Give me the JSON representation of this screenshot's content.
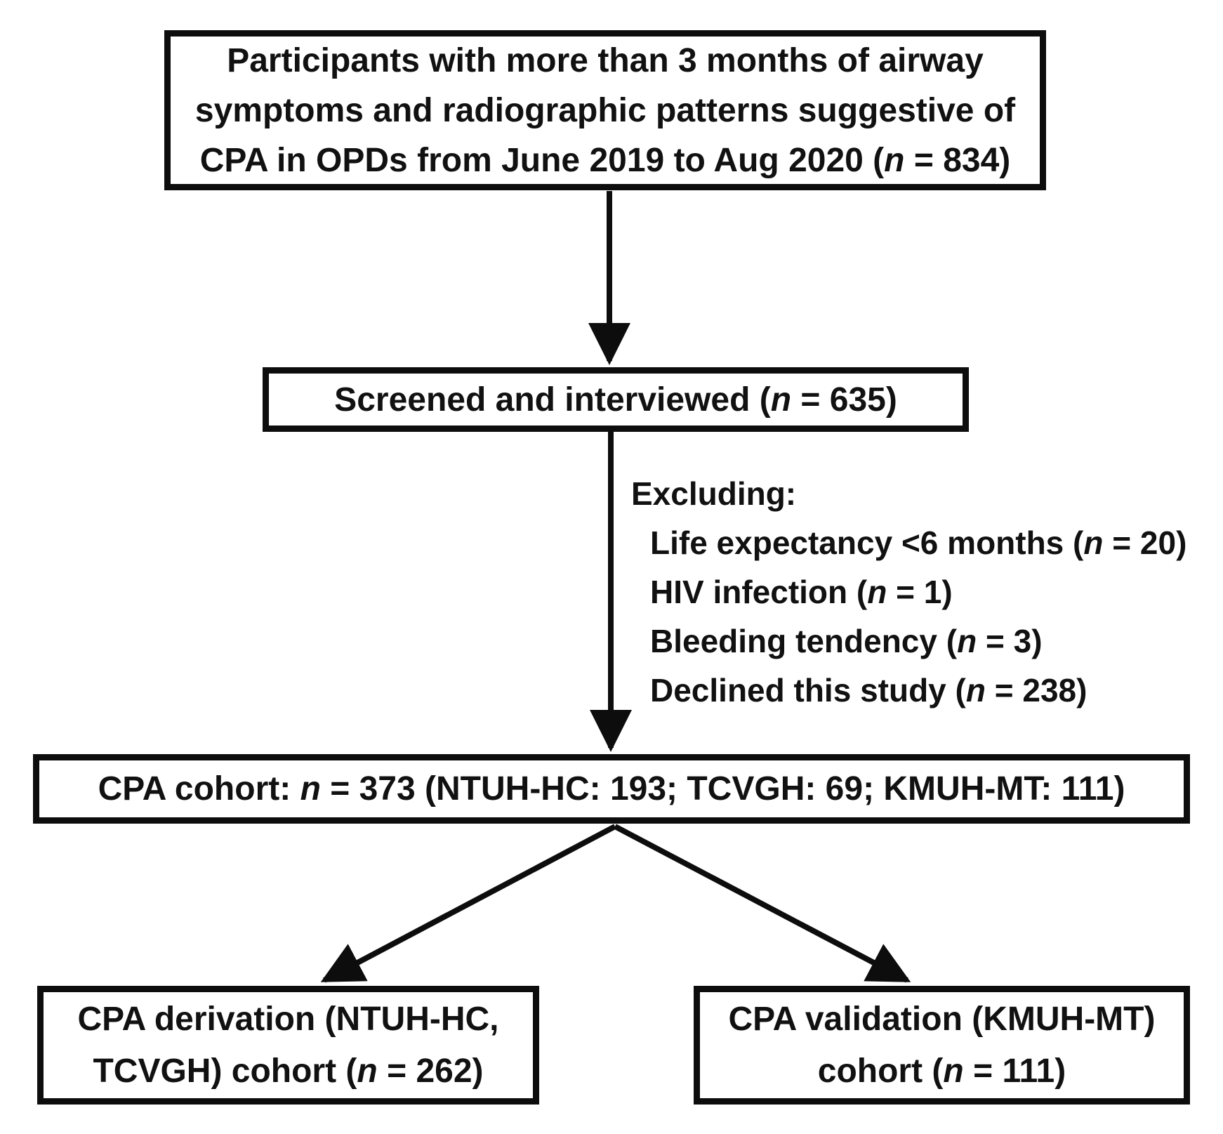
{
  "flowchart": {
    "boxes": {
      "participants": {
        "lines": [
          "Participants with more than 3 months of airway",
          "symptoms and radiographic patterns suggestive of",
          "CPA in OPDs from June 2019 to Aug 2020 (n = 834)"
        ]
      },
      "screened": {
        "lines": [
          "Screened and interviewed (n = 635)"
        ]
      },
      "cpa_cohort": {
        "lines": [
          "CPA cohort: n = 373 (NTUH-HC: 193; TCVGH: 69; KMUH-MT: 111)"
        ]
      },
      "derivation": {
        "lines": [
          "CPA derivation (NTUH-HC,",
          "TCVGH) cohort (n = 262)"
        ]
      },
      "validation": {
        "lines": [
          "CPA validation (KMUH-MT)",
          "cohort (n = 111)"
        ]
      }
    },
    "exclusions": {
      "heading": "Excluding:",
      "items": [
        "Life expectancy <6 months (n = 20)",
        "HIV infection (n = 1)",
        "Bleeding tendency (n = 3)",
        "Declined this study (n = 238)"
      ]
    },
    "colors": {
      "line": "#0d0d0d",
      "background": "#ffffff",
      "text": "#111111"
    }
  }
}
